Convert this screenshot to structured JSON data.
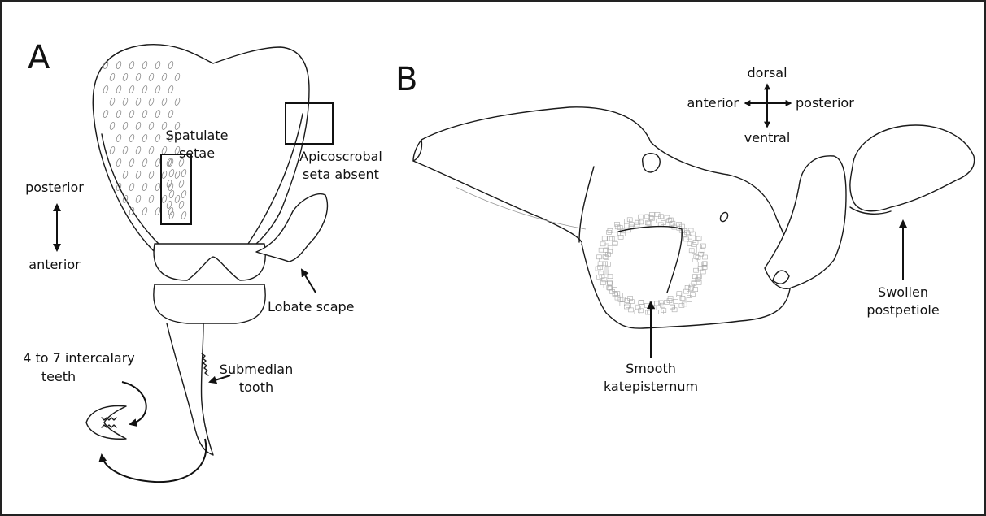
{
  "panels": {
    "a": {
      "letter": "A",
      "labels": {
        "spatulate_setae": [
          "Spatulate",
          "setae"
        ],
        "apicoscrobal": [
          "Apicoscrobal",
          "seta absent"
        ],
        "posterior": "posterior",
        "anterior": "anterior",
        "lobate_scape": "Lobate scape",
        "intercalary": [
          "4 to 7 intercalary",
          "teeth"
        ],
        "submedian": [
          "Submedian",
          "tooth"
        ]
      }
    },
    "b": {
      "letter": "B",
      "compass": {
        "dorsal": "dorsal",
        "ventral": "ventral",
        "anterior": "anterior",
        "posterior": "posterior"
      },
      "labels": {
        "katepisternum": [
          "Smooth",
          "katepisternum"
        ],
        "postpetiole": [
          "Swollen",
          "postpetiole"
        ]
      }
    }
  },
  "colors": {
    "outline": "#1a1a1a",
    "texture": "#8a8a8a",
    "background": "#ffffff",
    "border": "#222222"
  }
}
